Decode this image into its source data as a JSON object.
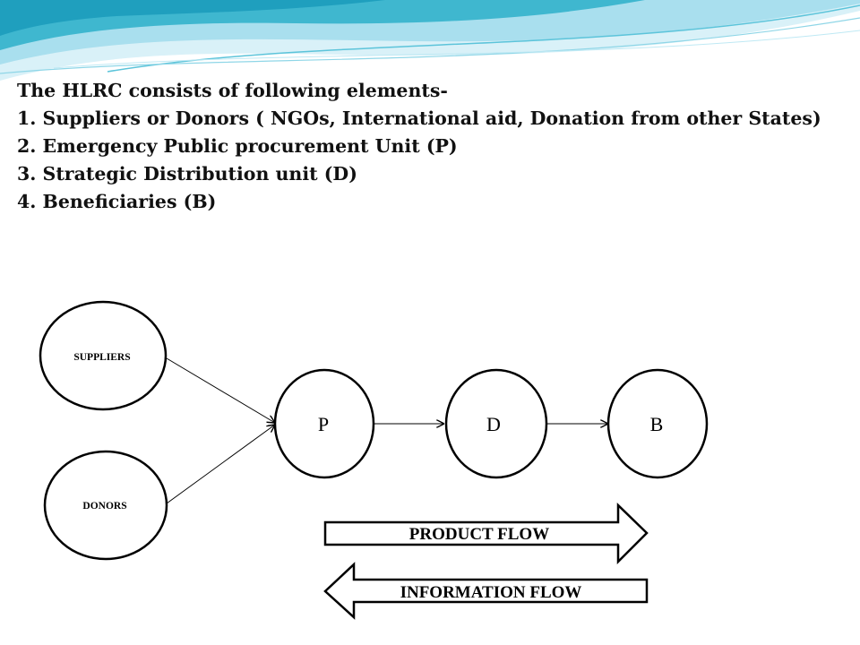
{
  "colors": {
    "wave_dark": "#3fb7cf",
    "wave_light": "#a9dfee",
    "wave_pale": "#d9f1f8",
    "ink": "#000000"
  },
  "heading": "The HLRC consists of following elements-",
  "items": [
    "1. Suppliers or Donors ( NGOs, International aid, Donation from other States)",
    "2. Emergency Public procurement Unit (P)",
    "3. Strategic Distribution unit  (D)",
    "4. Beneficiaries (B)"
  ],
  "diagram": {
    "nodes": {
      "suppliers": "SUPPLIERS",
      "donors": "DONORS",
      "p": "P",
      "d": "D",
      "b": "B"
    },
    "product_flow": "PRODUCT  FLOW",
    "information_flow": "INFORMATION FLOW"
  }
}
